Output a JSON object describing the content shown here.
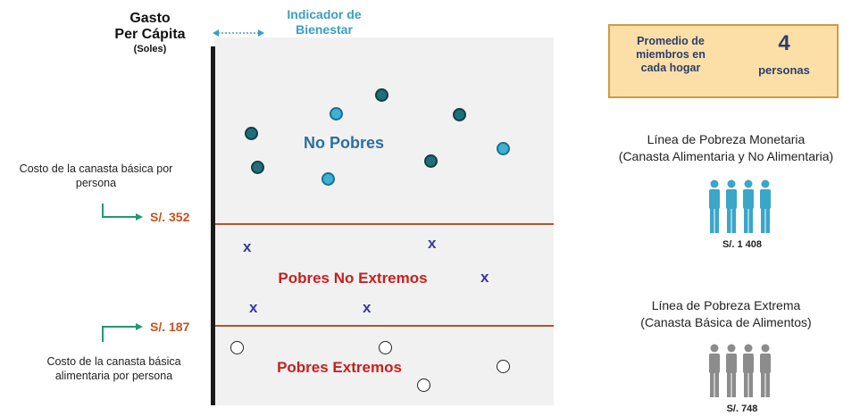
{
  "axis_title": {
    "line1": "Gasto",
    "line2": "Per Cápita",
    "line3": "(Soles)"
  },
  "indicator": {
    "line1": "Indicador de",
    "line2": "Bienestar"
  },
  "regions": {
    "no_pobres": "No Pobres",
    "pobres_no_extremos": "Pobres No Extremos",
    "pobres_extremos": "Pobres Extremos"
  },
  "thresholds": {
    "upper": {
      "value": "S/. 352",
      "note_line1": "Costo de la canasta básica por",
      "note_line2": "persona"
    },
    "lower": {
      "value": "S/. 187",
      "note_line1": "Costo de la canasta básica",
      "note_line2": "alimentaria por persona"
    }
  },
  "markers": {
    "cross": "x"
  },
  "info_box": {
    "line1": "Promedio de",
    "line2": "miembros en",
    "line3": "cada hogar",
    "number": "4",
    "unit": "personas"
  },
  "monetary_line": {
    "title1": "Línea de Pobreza Monetaria",
    "title2": "(Canasta Alimentaria y No Alimentaria)",
    "value": "S/. 1 408",
    "icon_color": "#3aa6c9"
  },
  "extreme_line": {
    "title1": "Línea de Pobreza Extrema",
    "title2": "(Canasta Básica de Alimentos)",
    "value": "S/. 748",
    "icon_color": "#8c8c8c"
  },
  "colors": {
    "threshold_line": "#b5532d",
    "arrow": "#1f9a6e",
    "title_blue": "#2c6fa0",
    "region_red": "#c8201e"
  }
}
